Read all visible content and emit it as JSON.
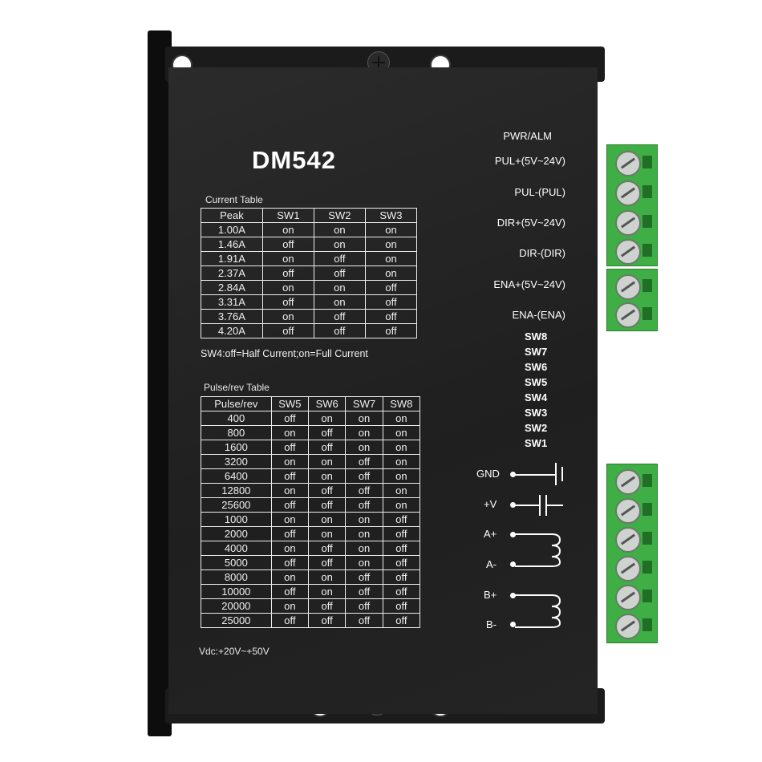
{
  "device": {
    "model": "DM542",
    "current_table_title": "Current Table",
    "current_table": {
      "headers": [
        "Peak",
        "SW1",
        "SW2",
        "SW3"
      ],
      "rows": [
        [
          "1.00A",
          "on",
          "on",
          "on"
        ],
        [
          "1.46A",
          "off",
          "on",
          "on"
        ],
        [
          "1.91A",
          "on",
          "off",
          "on"
        ],
        [
          "2.37A",
          "off",
          "off",
          "on"
        ],
        [
          "2.84A",
          "on",
          "on",
          "off"
        ],
        [
          "3.31A",
          "off",
          "on",
          "off"
        ],
        [
          "3.76A",
          "on",
          "off",
          "off"
        ],
        [
          "4.20A",
          "off",
          "off",
          "off"
        ]
      ]
    },
    "sw4_note": "SW4:off=Half Current;on=Full Current",
    "pulse_table_title": "Pulse/rev Table",
    "pulse_table": {
      "headers": [
        "Pulse/rev",
        "SW5",
        "SW6",
        "SW7",
        "SW8"
      ],
      "rows": [
        [
          "400",
          "off",
          "on",
          "on",
          "on"
        ],
        [
          "800",
          "on",
          "off",
          "on",
          "on"
        ],
        [
          "1600",
          "off",
          "off",
          "on",
          "on"
        ],
        [
          "3200",
          "on",
          "on",
          "off",
          "on"
        ],
        [
          "6400",
          "off",
          "on",
          "off",
          "on"
        ],
        [
          "12800",
          "on",
          "off",
          "off",
          "on"
        ],
        [
          "25600",
          "off",
          "off",
          "off",
          "on"
        ],
        [
          "1000",
          "on",
          "on",
          "on",
          "off"
        ],
        [
          "2000",
          "off",
          "on",
          "on",
          "off"
        ],
        [
          "4000",
          "on",
          "off",
          "on",
          "off"
        ],
        [
          "5000",
          "off",
          "off",
          "on",
          "off"
        ],
        [
          "8000",
          "on",
          "on",
          "off",
          "off"
        ],
        [
          "10000",
          "off",
          "on",
          "off",
          "off"
        ],
        [
          "20000",
          "on",
          "off",
          "off",
          "off"
        ],
        [
          "25000",
          "off",
          "off",
          "off",
          "off"
        ]
      ]
    },
    "vdc_note": "Vdc:+20V~+50V",
    "signal_labels": [
      "PWR/ALM",
      "PUL+(5V~24V)",
      "PUL-(PUL)",
      "DIR+(5V~24V)",
      "DIR-(DIR)",
      "ENA+(5V~24V)",
      "ENA-(ENA)"
    ],
    "switch_labels": [
      "SW8",
      "SW7",
      "SW6",
      "SW5",
      "SW4",
      "SW3",
      "SW2",
      "SW1"
    ],
    "power_motor_labels": [
      "GND",
      "+V",
      "A+",
      "A-",
      "B+",
      "B-"
    ]
  },
  "colors": {
    "panel": "#242424",
    "terminal_green": "#3fae45",
    "print": "#ffffff"
  }
}
